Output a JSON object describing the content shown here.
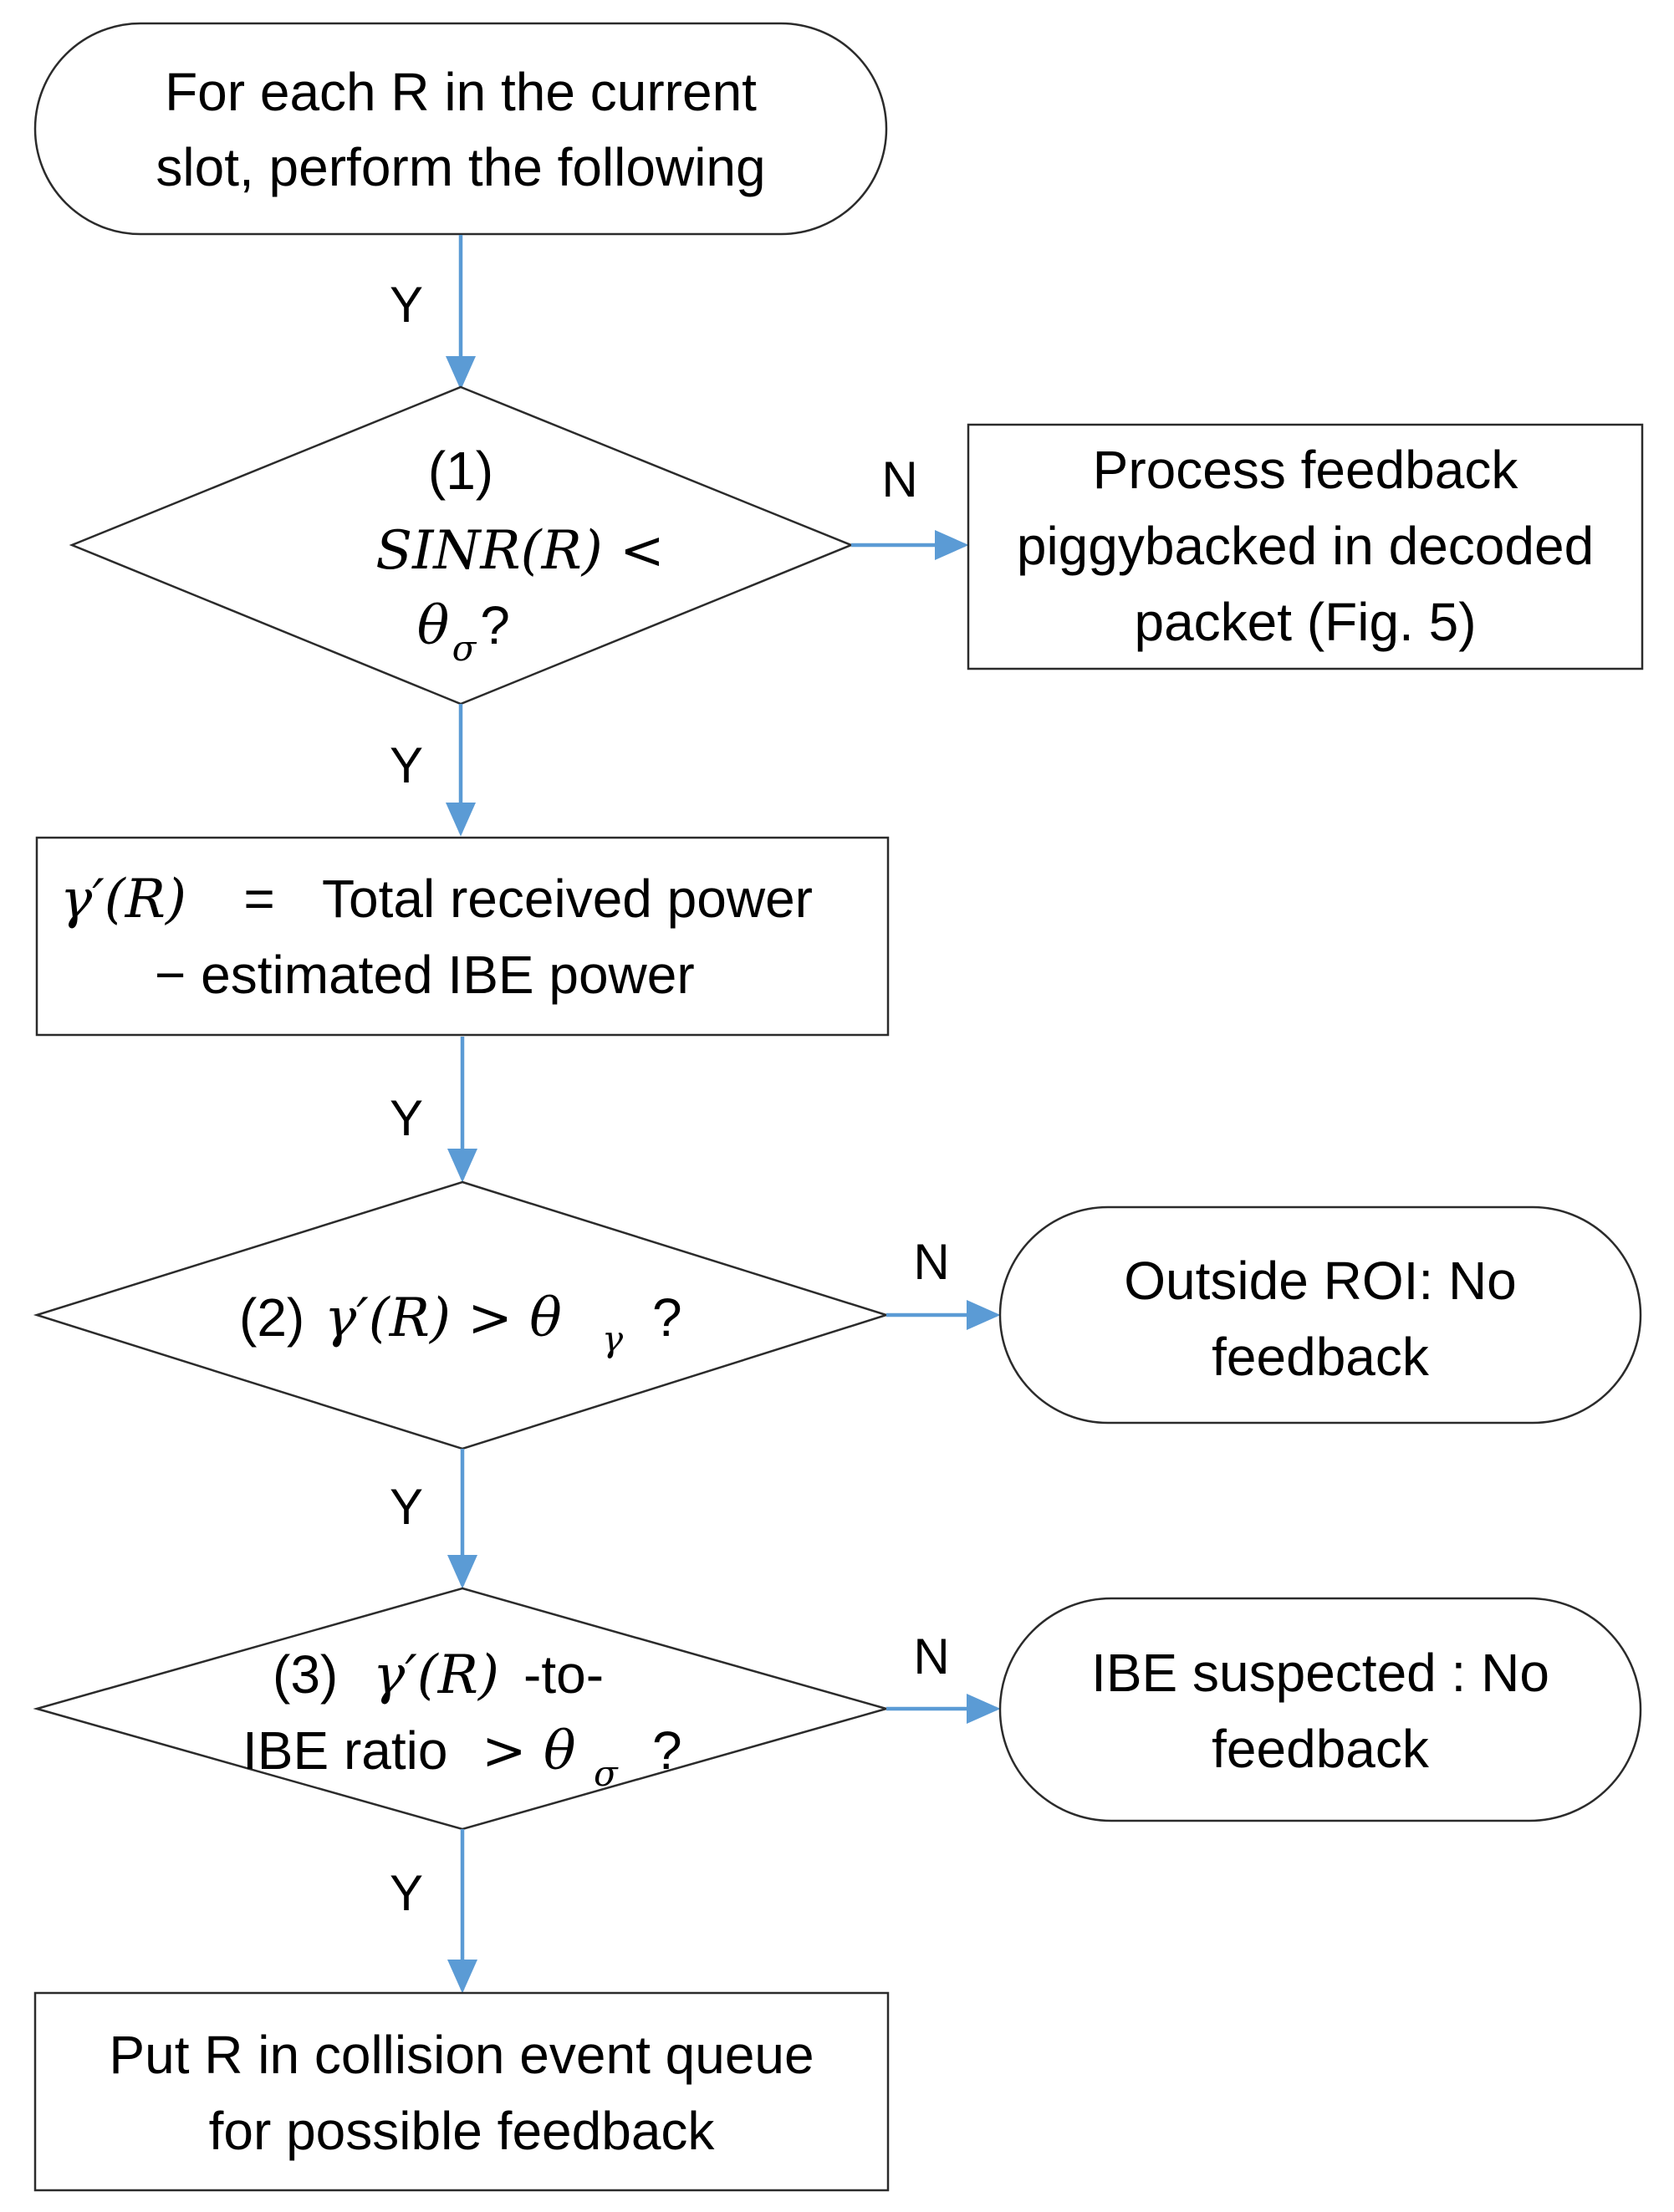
{
  "colors": {
    "arrow": "#5b9bd5",
    "border": "#2b2b2b",
    "background": "#ffffff"
  },
  "nodes": {
    "start": {
      "line1": "For each R in the current",
      "line2": "slot, perform the following"
    },
    "decision1": {
      "label": "(1)",
      "expr": "SINR(R) <",
      "theta": "θ",
      "sub": "σ",
      "q": "?"
    },
    "process_feedback": {
      "line1": "Process feedback",
      "line2": "piggybacked in decoded",
      "line3": "packet (Fig. 5)"
    },
    "compute": {
      "gamma": "γ′(R)",
      "eq": "=",
      "line1": "Total received power",
      "line2": "−  estimated IBE power"
    },
    "decision2": {
      "label": "(2)",
      "gamma": "γ′(R) > θ",
      "sub": "γ",
      "q": "?"
    },
    "outside_roi": {
      "line1": "Outside ROI:   No",
      "line2": "feedback"
    },
    "decision3": {
      "label": "(3)",
      "gamma": "γ′(R)",
      "suffix": "-to-",
      "line2_text": "IBE ratio",
      "line2_expr": "> θ",
      "sub": "σ",
      "q": "?"
    },
    "ibe_suspected": {
      "line1": "IBE suspected  :  No",
      "line2": "feedback"
    },
    "end": {
      "line1": "Put R in collision event queue",
      "line2": "for possible feedback"
    }
  },
  "edges": {
    "start_to_d1": "Y",
    "d1_to_process": "N",
    "d1_to_compute": "Y",
    "compute_to_d2": "Y",
    "d2_to_roi": "N",
    "d2_to_d3": "Y",
    "d3_to_ibe": "N",
    "d3_to_end": "Y"
  }
}
